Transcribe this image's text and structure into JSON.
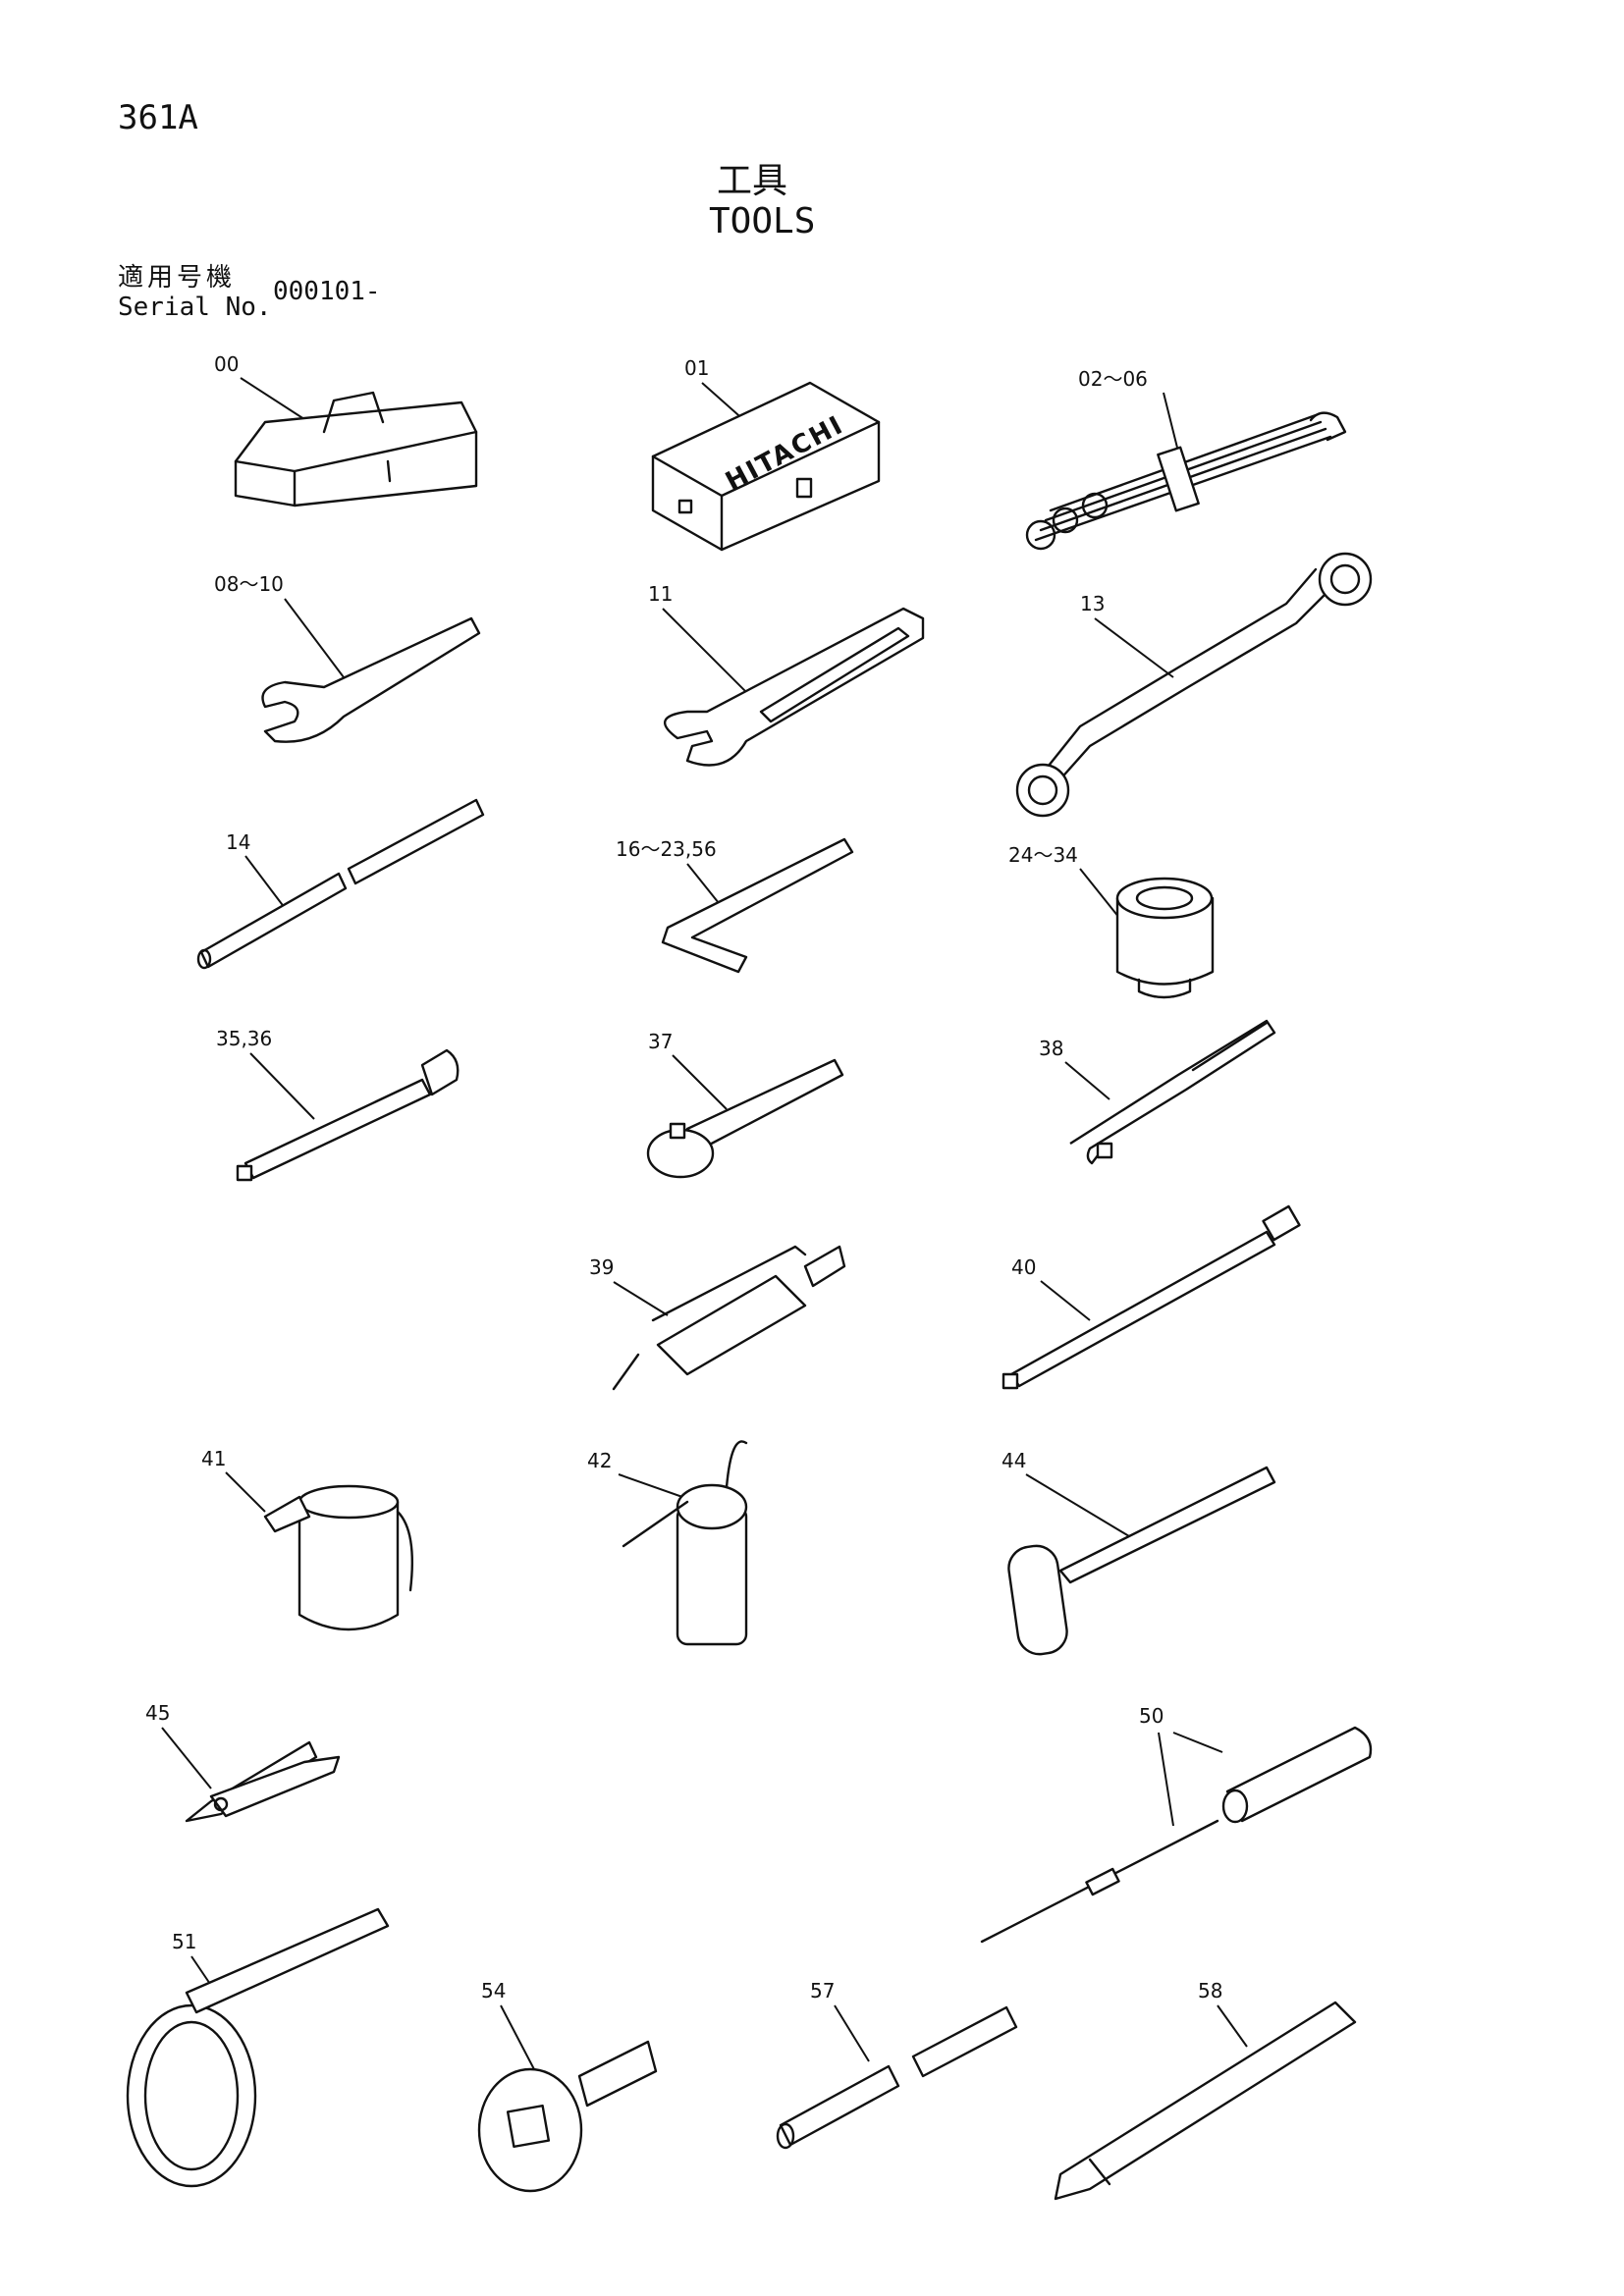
{
  "header": {
    "page_number": "361A",
    "title_jp": "工具",
    "title_en": "TOOLS",
    "serial_label_jp": "適用号機",
    "serial_label_en": "Serial No.",
    "serial_value": "000101-"
  },
  "toolbox_brand": "HITACHI",
  "callouts": [
    {
      "id": "00",
      "label": "00"
    },
    {
      "id": "01",
      "label": "01"
    },
    {
      "id": "02-06",
      "label": "02～06"
    },
    {
      "id": "08-10",
      "label": "08～10"
    },
    {
      "id": "11",
      "label": "11"
    },
    {
      "id": "13",
      "label": "13"
    },
    {
      "id": "14",
      "label": "14"
    },
    {
      "id": "16-23-56",
      "label": "16～23,56"
    },
    {
      "id": "24-34",
      "label": "24～34"
    },
    {
      "id": "35-36",
      "label": "35,36"
    },
    {
      "id": "37",
      "label": "37"
    },
    {
      "id": "38",
      "label": "38"
    },
    {
      "id": "39",
      "label": "39"
    },
    {
      "id": "40",
      "label": "40"
    },
    {
      "id": "41",
      "label": "41"
    },
    {
      "id": "42",
      "label": "42"
    },
    {
      "id": "44",
      "label": "44"
    },
    {
      "id": "45",
      "label": "45"
    },
    {
      "id": "50",
      "label": "50"
    },
    {
      "id": "51",
      "label": "51"
    },
    {
      "id": "54",
      "label": "54"
    },
    {
      "id": "57",
      "label": "57"
    },
    {
      "id": "58",
      "label": "58"
    }
  ]
}
